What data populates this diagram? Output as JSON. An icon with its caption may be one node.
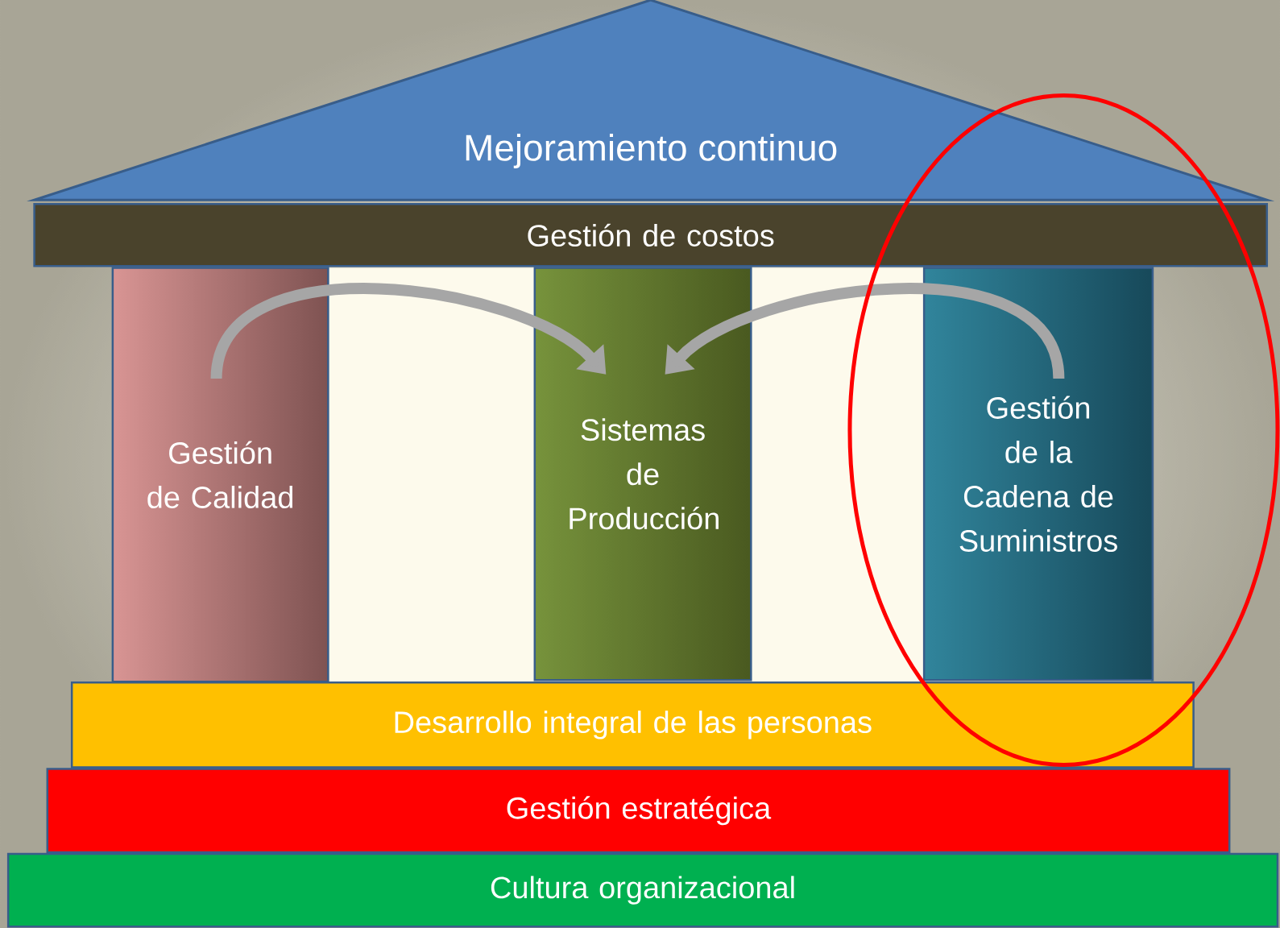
{
  "diagram": {
    "nodes": [
      {
        "text": [
          "Mejoramiento continuo"
        ]
      },
      {
        "text": [
          "Gestión de costos"
        ]
      },
      {
        "text": [
          "Gestión de Calidad"
        ]
      },
      {
        "text": [
          "Sistemas de Producción"
        ]
      },
      {
        "text": [
          "Gestión de la Cadena de Suministros"
        ]
      },
      {
        "text": [
          "Desarrollo integral de las personas"
        ]
      },
      {
        "text": [
          "Gestión estratégica"
        ]
      },
      {
        "text": [
          "Cultura organizacional"
        ]
      }
    ],
    "edges": [
      {
        "from": 2,
        "to": 3,
        "arrow": "to"
      },
      {
        "from": 4,
        "to": 3,
        "arrow": "to"
      }
    ]
  }
}
